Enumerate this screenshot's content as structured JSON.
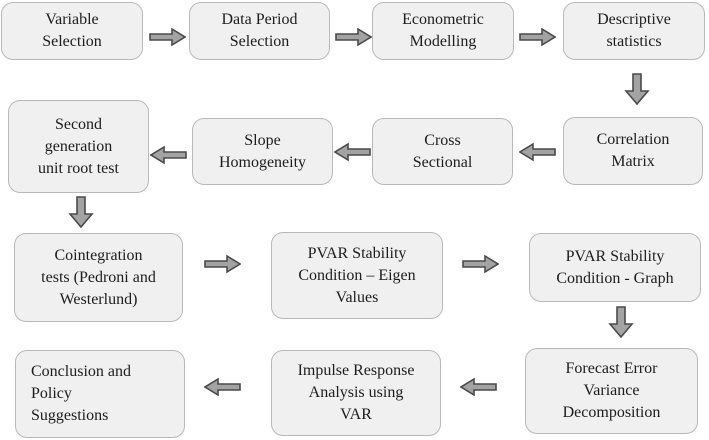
{
  "diagram": {
    "colors": {
      "background": "#ffffff",
      "node_fill": "#f0f0f0",
      "node_border": "#b9b9b9",
      "text": "#1c1c1c",
      "arrow_fill": "#a3a3a3",
      "arrow_outline": "#4a4a4a"
    },
    "nodes": [
      {
        "id": "variable-selection",
        "label": "Variable\nSelection"
      },
      {
        "id": "data-period-selection",
        "label": "Data Period\nSelection"
      },
      {
        "id": "econometric-modelling",
        "label": "Econometric\nModelling"
      },
      {
        "id": "descriptive-statistics",
        "label": "Descriptive\nstatistics"
      },
      {
        "id": "correlation-matrix",
        "label": "Correlation\nMatrix"
      },
      {
        "id": "cross-sectional",
        "label": "Cross\nSectional"
      },
      {
        "id": "slope-homogeneity",
        "label": "Slope\nHomogeneity"
      },
      {
        "id": "second-generation-unit-root-test",
        "label": "Second\ngeneration\nunit root test"
      },
      {
        "id": "cointegration-tests",
        "label": "Cointegration\ntests (Pedroni and\nWesterlund)"
      },
      {
        "id": "pvar-stability-eigen-values",
        "label": "PVAR Stability\nCondition – Eigen\nValues"
      },
      {
        "id": "pvar-stability-graph",
        "label": "PVAR Stability\nCondition - Graph"
      },
      {
        "id": "forecast-error-variance-decomposition",
        "label": "Forecast Error\nVariance\nDecomposition"
      },
      {
        "id": "impulse-response-analysis-var",
        "label": "Impulse Response\nAnalysis using\nVAR"
      },
      {
        "id": "conclusion-policy-suggestions",
        "label": "Conclusion and\nPolicy\nSuggestions"
      }
    ],
    "edges": [
      {
        "from": "variable-selection",
        "to": "data-period-selection",
        "direction": "right"
      },
      {
        "from": "data-period-selection",
        "to": "econometric-modelling",
        "direction": "right"
      },
      {
        "from": "econometric-modelling",
        "to": "descriptive-statistics",
        "direction": "right"
      },
      {
        "from": "descriptive-statistics",
        "to": "correlation-matrix",
        "direction": "down"
      },
      {
        "from": "correlation-matrix",
        "to": "cross-sectional",
        "direction": "left"
      },
      {
        "from": "cross-sectional",
        "to": "slope-homogeneity",
        "direction": "left"
      },
      {
        "from": "slope-homogeneity",
        "to": "second-generation-unit-root-test",
        "direction": "left"
      },
      {
        "from": "second-generation-unit-root-test",
        "to": "cointegration-tests",
        "direction": "down"
      },
      {
        "from": "cointegration-tests",
        "to": "pvar-stability-eigen-values",
        "direction": "right"
      },
      {
        "from": "pvar-stability-eigen-values",
        "to": "pvar-stability-graph",
        "direction": "right"
      },
      {
        "from": "pvar-stability-graph",
        "to": "forecast-error-variance-decomposition",
        "direction": "down"
      },
      {
        "from": "forecast-error-variance-decomposition",
        "to": "impulse-response-analysis-var",
        "direction": "left"
      },
      {
        "from": "impulse-response-analysis-var",
        "to": "conclusion-policy-suggestions",
        "direction": "left"
      }
    ]
  }
}
